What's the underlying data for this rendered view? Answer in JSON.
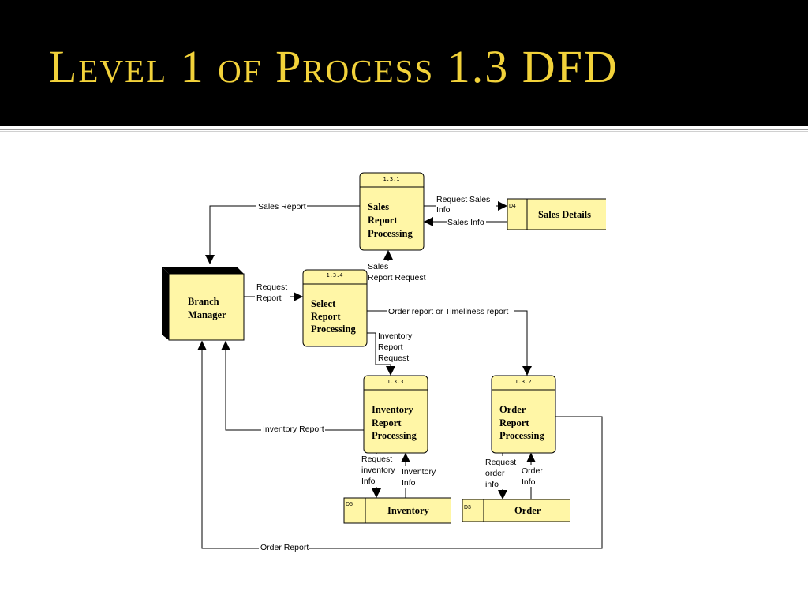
{
  "slide": {
    "title": "Level 1 of Process 1.3 DFD"
  },
  "entity": {
    "line1": "Branch",
    "line2": "Manager"
  },
  "processes": {
    "p131": {
      "id": "1.3.1",
      "line1": "Sales",
      "line2": "Report",
      "line3": "Processing"
    },
    "p134": {
      "id": "1.3.4",
      "line1": "Select",
      "line2": "Report",
      "line3": "Processing"
    },
    "p133": {
      "id": "1.3.3",
      "line1": "Inventory",
      "line2": "Report",
      "line3": "Processing"
    },
    "p132": {
      "id": "1.3.2",
      "line1": "Order",
      "line2": "Report",
      "line3": "Processing"
    }
  },
  "stores": {
    "d4": {
      "id": "D4",
      "name": "Sales Details"
    },
    "d5": {
      "id": "D5",
      "name": "Inventory"
    },
    "d3": {
      "id": "D3",
      "name": "Order"
    }
  },
  "flows": {
    "sales_report": "Sales Report",
    "request_sales_info": {
      "line1": "Request Sales",
      "line2": "Info"
    },
    "sales_info": "Sales Info",
    "sales_report_request": {
      "line1": "Sales",
      "line2": "Report Request"
    },
    "request_report": {
      "line1": "Request",
      "line2": "Report"
    },
    "order_or_timeliness_report": "Order report or Timeliness report",
    "inventory_report_request": {
      "line1": "Inventory",
      "line2": "Report",
      "line3": "Request"
    },
    "inventory_report": "Inventory Report",
    "request_inventory_info": {
      "line1": "Request",
      "line2": "inventory",
      "line3": "Info"
    },
    "inventory_info": {
      "line1": "Inventory",
      "line2": "Info"
    },
    "request_order_info": {
      "line1": "Request",
      "line2": "order",
      "line3": "info"
    },
    "order_info": {
      "line1": "Order",
      "line2": "Info"
    },
    "order_report": "Order Report"
  },
  "colors": {
    "title_bg": "#000000",
    "title_text": "#f2d23a",
    "node_fill": "#fff6a6"
  }
}
